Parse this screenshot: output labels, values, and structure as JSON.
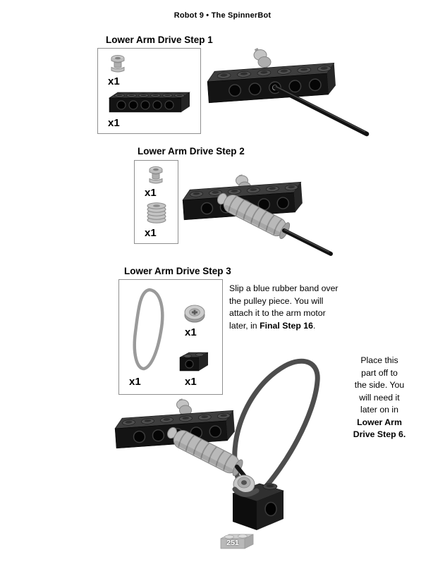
{
  "header": {
    "title": "Robot 9 • The SpinnerBot"
  },
  "step1": {
    "title": "Lower Arm Drive Step 1",
    "bushing_qty": "x1",
    "beam_qty": "x1"
  },
  "step2": {
    "title": "Lower Arm Drive Step 2",
    "bushing_qty": "x1",
    "worm_qty": "x1"
  },
  "step3": {
    "title": "Lower Arm Drive Step 3",
    "band_qty": "x1",
    "pulley_qty": "x1",
    "brick_qty": "x1",
    "note_band": {
      "pre": "Slip a blue rubber band over the pulley piece. You will attach it to the arm motor later, in ",
      "bold": "Final Step 16",
      "post": "."
    },
    "note_aside": {
      "lines": [
        {
          "t": "Place this",
          "b": false
        },
        {
          "t": "part off to",
          "b": false
        },
        {
          "t": "the side. You",
          "b": false
        },
        {
          "t": "will need it",
          "b": false
        },
        {
          "t": "later on in",
          "b": false
        },
        {
          "t": "Lower Arm",
          "b": true
        },
        {
          "t": "Drive Step 6.",
          "b": true
        }
      ]
    }
  },
  "footer": {
    "page_number": "251"
  },
  "icons": {
    "bushing": "technic-bushing-part",
    "beam": "black-1x6-technic-beam-part",
    "worm_gear": "worm-gear-part",
    "rubber_band": "blue-rubber-band-part",
    "pulley": "pulley-wheel-part",
    "brick": "black-1x2-technic-brick-part"
  },
  "colors": {
    "page_bg": "#ffffff",
    "text": "#000000",
    "box_border": "#8f8f8f",
    "brick_dark": "#141414",
    "part_gray": "#b8b8b8",
    "band_gray": "#4d4d4d"
  }
}
